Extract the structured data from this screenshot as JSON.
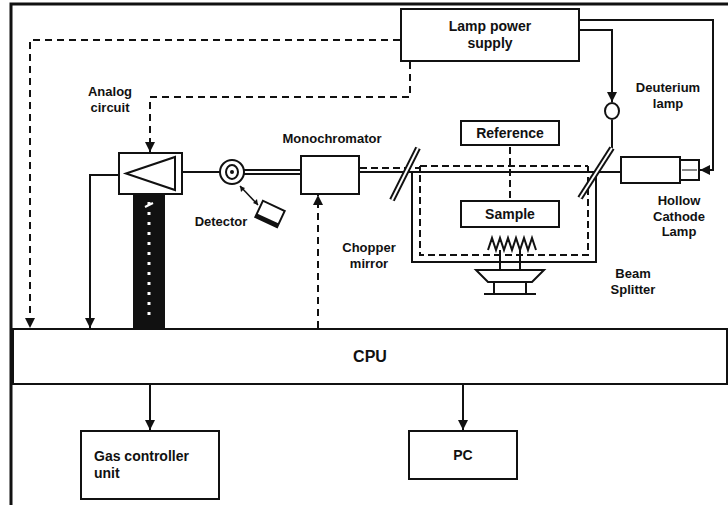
{
  "diagram": {
    "nodes": [
      {
        "text": [
          "Lamp power supply"
        ]
      },
      {
        "text": [
          "Deuterium lamp"
        ]
      },
      {
        "text": [
          "Hollow Cathode Lamp"
        ]
      },
      {
        "text": [
          "Detector"
        ]
      },
      {
        "text": [
          "Monochromator"
        ]
      },
      {
        "text": [
          "Reference"
        ]
      },
      {
        "text": [
          "Sample"
        ]
      },
      {
        "text": [
          "CPU"
        ]
      },
      {
        "text": [
          "Gas controller unit"
        ]
      },
      {
        "text": [
          "PC"
        ]
      }
    ],
    "edges": [
      {
        "from": 0,
        "to": 1,
        "arrow": "to"
      },
      {
        "from": 0,
        "to": 2,
        "arrow": "to"
      },
      {
        "from": 0,
        "to": 3,
        "arrow": "to"
      },
      {
        "from": 0,
        "to": 7,
        "arrow": "to"
      },
      {
        "from": 3,
        "to": 7,
        "arrow": "to"
      },
      {
        "from": 7,
        "to": 4,
        "arrow": "to"
      },
      {
        "from": 7,
        "to": 8,
        "arrow": "to"
      },
      {
        "from": 7,
        "to": 9,
        "arrow": "to"
      }
    ],
    "labels": [
      "Analog circuit",
      "Chopper mirror",
      "Beam Splitter"
    ]
  }
}
